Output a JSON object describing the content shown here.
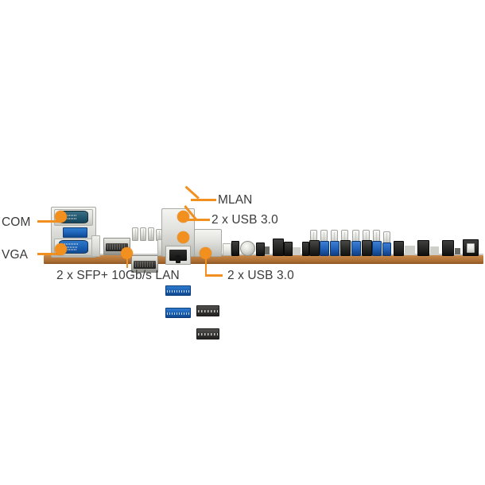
{
  "figure": {
    "kind": "motherboard-rear-io-diagram",
    "background_color": "#ffffff",
    "accent_color": "#F2901F",
    "label_color": "#3b3b3b",
    "pcb_color": "#b5793c"
  },
  "callouts": [
    {
      "id": "com",
      "label": "COM",
      "side": "left"
    },
    {
      "id": "vga",
      "label": "VGA",
      "side": "left"
    },
    {
      "id": "mlan",
      "label": "MLAN",
      "side": "right"
    },
    {
      "id": "usb3_top",
      "label": "2 x USB 3.0",
      "side": "right"
    },
    {
      "id": "sfp",
      "label": "2 x SFP+ 10Gb/s LAN",
      "side": "bottom"
    },
    {
      "id": "usb3_bot",
      "label": "2 x USB 3.0",
      "side": "bottom"
    }
  ],
  "ports": {
    "com_label": "COM",
    "vga_label": "VGA",
    "mlan_label": "MLAN",
    "usb3_top_label": "2 x USB 3.0",
    "usb3_bottom_label": "2 x USB 3.0",
    "sfp_label": "2 x SFP+ 10Gb/s LAN"
  }
}
